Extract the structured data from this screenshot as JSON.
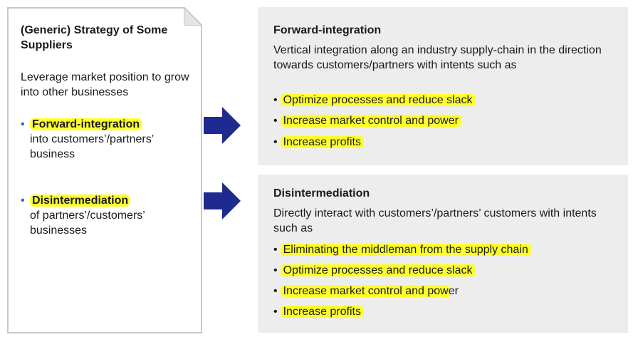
{
  "left_card": {
    "title": "(Generic) Strategy of Some Suppliers",
    "intro": "Leverage market position to grow into other businesses",
    "bullets": [
      {
        "term": "Forward-integration",
        "rest": "into customers’/partners’ business"
      },
      {
        "term": "Disintermediation",
        "rest": "of partners’/customers’ businesses"
      }
    ]
  },
  "panels": [
    {
      "title": "Forward-integration",
      "description": "Vertical integration along an industry supply-chain in the direction towards customers/partners with intents such as",
      "items": [
        "Optimize processes and reduce slack",
        "Increase market control and power",
        "Increase profits"
      ]
    },
    {
      "title": "Disintermediation",
      "description": "Directly interact with customers’/partners’ customers with intents such as",
      "items": [
        "Eliminating the middleman from the supply chain",
        "Optimize processes and reduce slack",
        "Increase market control and power",
        "Increase profits"
      ]
    }
  ],
  "colors": {
    "highlight": "#ffff2e",
    "arrow": "#1f2a8f",
    "panel_bg": "#ededed",
    "card_border": "#c8c8c8",
    "bullet_blue": "#3a59c4"
  }
}
